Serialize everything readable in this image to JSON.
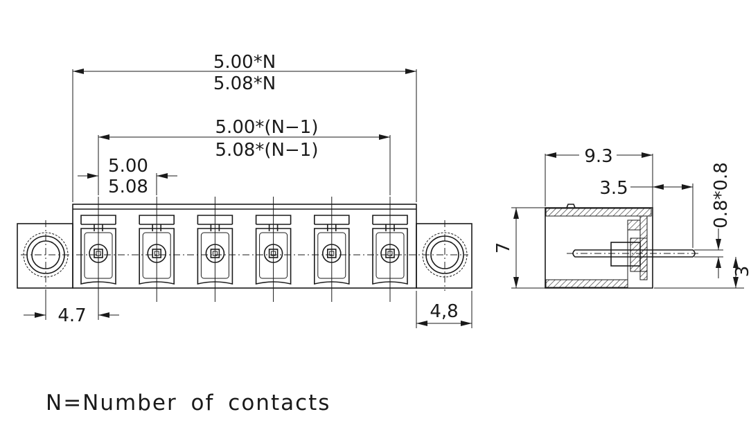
{
  "dimensions": {
    "total_width_500": "5.00*N",
    "total_width_508": "5.08*N",
    "pitch_span_500": "5.00*(N−1)",
    "pitch_span_508": "5.08*(N−1)",
    "pitch_500": "5.00",
    "pitch_508": "5.08",
    "flange_offset": "4.7",
    "flange_width": "4,8",
    "side_depth": "9.3",
    "pin_length": "3.5",
    "pin_section": "0.8*0.8",
    "height": "7",
    "pin_height": "3"
  },
  "note": "N=Number  of  contacts",
  "contacts_shown": 6,
  "colors": {
    "line": "#1a1a1a",
    "background": "#ffffff"
  }
}
